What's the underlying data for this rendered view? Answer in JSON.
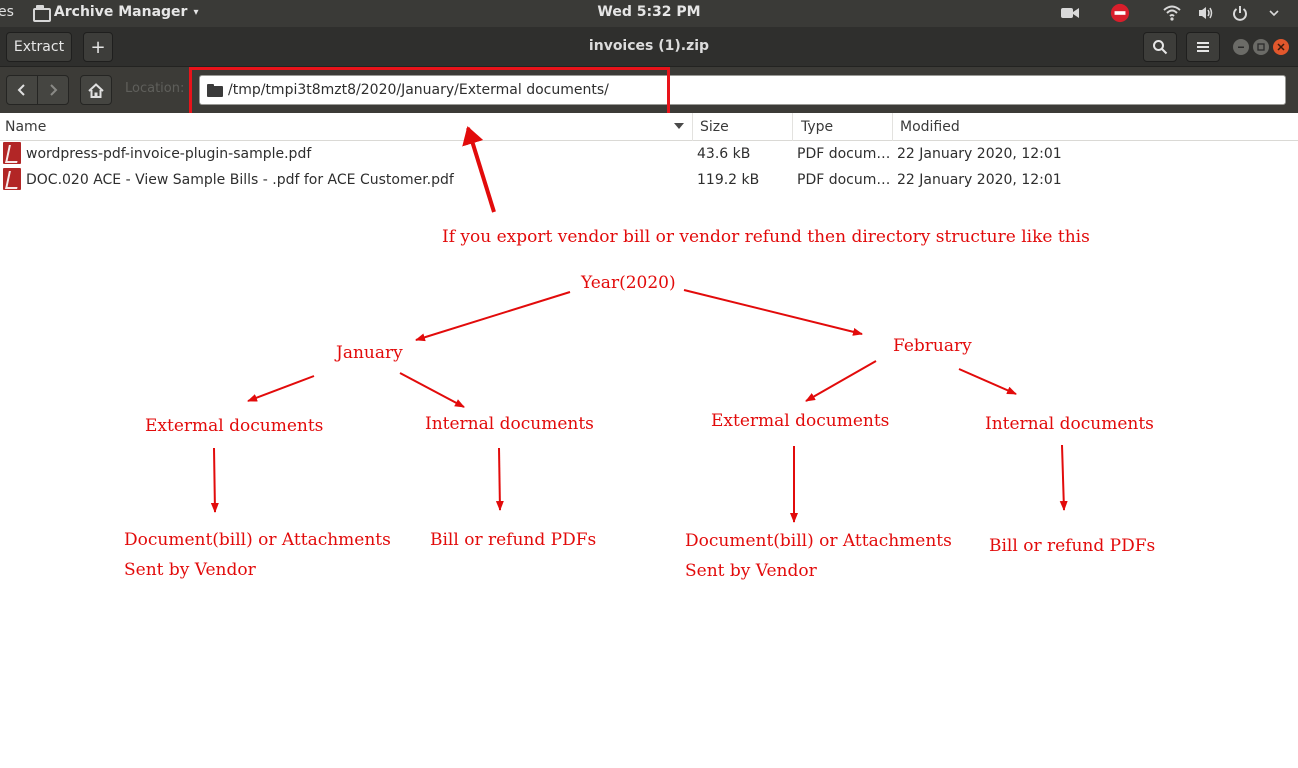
{
  "topbar": {
    "activities": "es",
    "app_name": "Archive Manager",
    "app_caret": "▾",
    "clock": "Wed  5:32 PM"
  },
  "header": {
    "extract_label": "Extract",
    "add_label": "+",
    "title": "invoices (1).zip"
  },
  "location": {
    "label": "Location:",
    "path": "/tmp/tmpi3t8mzt8/2020/January/Extermal documents/"
  },
  "columns": {
    "name": "Name",
    "size": "Size",
    "type": "Type",
    "modified": "Modified"
  },
  "files": [
    {
      "name": "wordpress-pdf-invoice-plugin-sample.pdf",
      "size": "43.6 kB",
      "type": "PDF docum…",
      "modified": "22 January 2020, 12:01"
    },
    {
      "name": "DOC.020 ACE - View Sample Bills - .pdf for ACE Customer.pdf",
      "size": "119.2 kB",
      "type": "PDF docum…",
      "modified": "22 January 2020, 12:01"
    }
  ],
  "annotation": {
    "headline": "If you export vendor bill or vendor refund then directory structure like this",
    "year": "Year(2020)",
    "january": "January",
    "february": "February",
    "jan_external": "Extermal documents",
    "jan_internal": "Internal documents",
    "feb_external": "Extermal documents",
    "feb_internal": "Internal documents",
    "jan_external_leaf_1": "Document(bill) or Attachments",
    "jan_external_leaf_2": "Sent by Vendor",
    "jan_internal_leaf": "Bill or refund PDFs",
    "feb_external_leaf_1": "Document(bill) or Attachments",
    "feb_external_leaf_2": "Sent by Vendor",
    "feb_internal_leaf": "Bill or refund PDFs",
    "color": "#e20b0b"
  }
}
